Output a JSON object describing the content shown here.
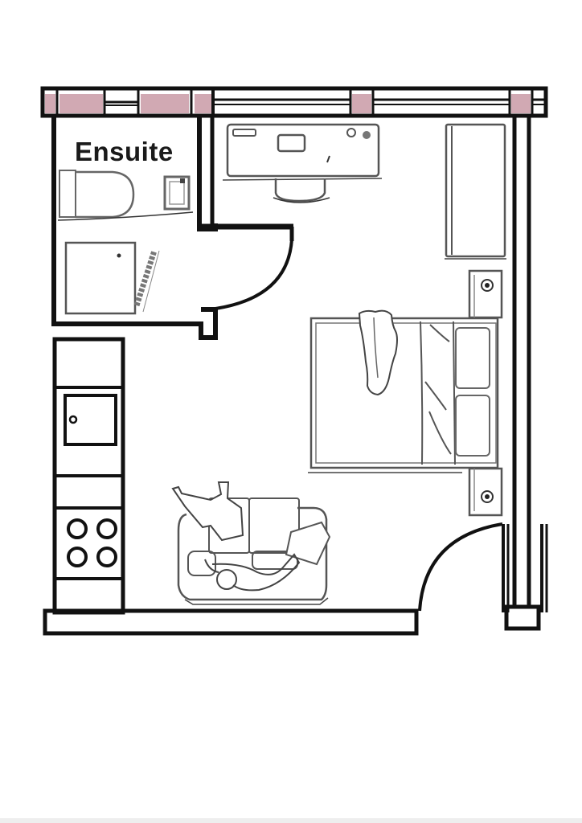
{
  "document": {
    "type": "floor-plan",
    "style": "scanned hand-drawn studio apartment layout"
  },
  "rooms": [
    {
      "name": "ensuite",
      "label": "Ensuite",
      "fixtures": [
        "toilet",
        "basin",
        "shower"
      ]
    },
    {
      "name": "main-room",
      "label": "",
      "fixtures": [
        "desk",
        "chair",
        "wardrobe",
        "double-bed",
        "bedside-table-top",
        "bedside-table-bottom",
        "sofa-with-person",
        "cushion"
      ]
    },
    {
      "name": "kitchenette",
      "label": "",
      "fixtures": [
        "cabinet",
        "sink",
        "cabinet",
        "hob-4-burner",
        "cabinet"
      ]
    }
  ],
  "doors": [
    {
      "name": "ensuite-door",
      "swing": "quarter-arc"
    },
    {
      "name": "entrance-door",
      "swing": "quarter-arc"
    }
  ],
  "windows": [
    {
      "name": "top-window-left"
    },
    {
      "name": "top-window-right"
    }
  ],
  "colors": {
    "wall": "#111111",
    "furniture": "#555555",
    "brick_fill": "#c99aa6",
    "background": "#ffffff"
  }
}
